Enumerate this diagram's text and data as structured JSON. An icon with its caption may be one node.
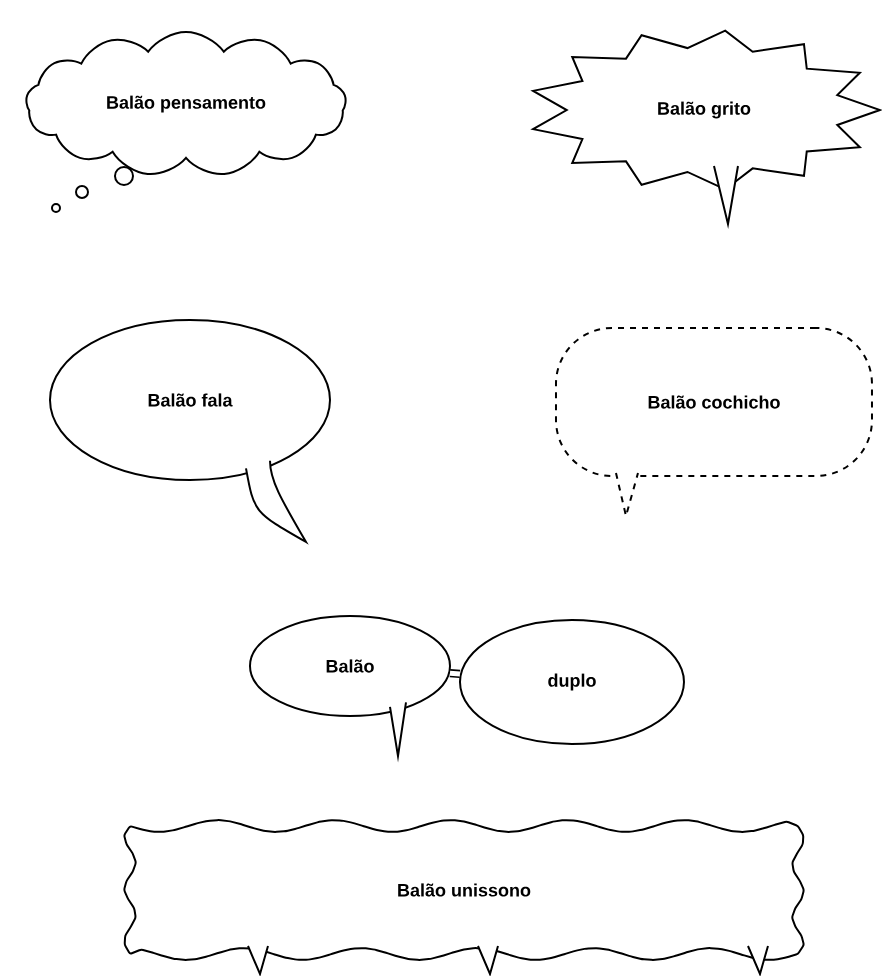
{
  "diagram": {
    "nodes": [
      {
        "text": [
          "Balão pensamento"
        ]
      },
      {
        "text": [
          "Balão grito"
        ]
      },
      {
        "text": [
          "Balão fala"
        ]
      },
      {
        "text": [
          "Balão cochicho"
        ]
      },
      {
        "text": [
          "Balão"
        ]
      },
      {
        "text": [
          "duplo"
        ]
      },
      {
        "text": [
          "Balão unissono"
        ]
      }
    ],
    "edges": [
      {
        "from": 4,
        "to": 5,
        "arrow": "none"
      }
    ]
  }
}
